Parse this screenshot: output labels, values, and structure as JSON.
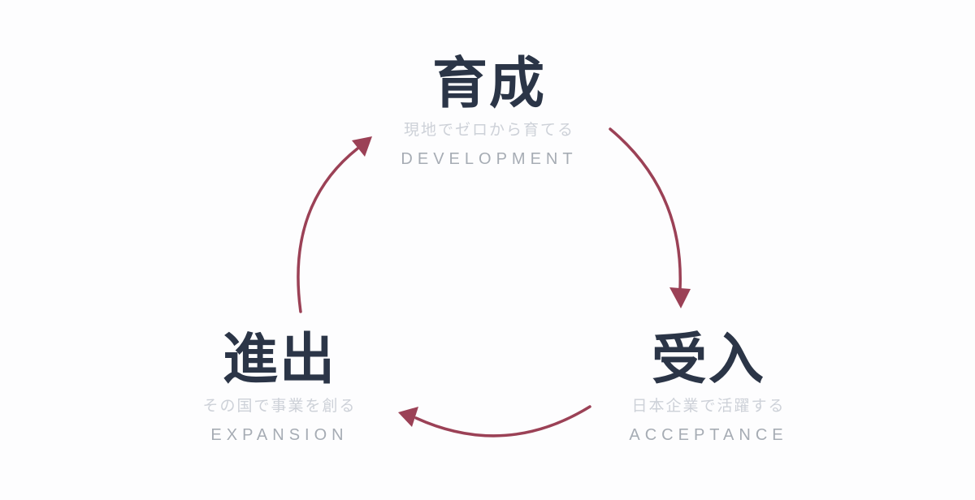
{
  "theme": {
    "background": "#fdfdfe",
    "arrow_color": "#9b4156",
    "title_color": "#2b3547",
    "subtitle_jp_color": "#cdd1d8",
    "subtitle_en_color": "#a6acb4"
  },
  "cycle": {
    "nodes": [
      {
        "position": "top",
        "title": "育成",
        "subtitle_jp": "現地でゼロから育てる",
        "subtitle_en": "DEVELOPMENT"
      },
      {
        "position": "bottom-right",
        "title": "受入",
        "subtitle_jp": "日本企業で活躍する",
        "subtitle_en": "ACCEPTANCE"
      },
      {
        "position": "bottom-left",
        "title": "進出",
        "subtitle_jp": "その国で事業を創る",
        "subtitle_en": "EXPANSION"
      }
    ],
    "arrows": [
      {
        "from": "育成",
        "to": "受入"
      },
      {
        "from": "受入",
        "to": "進出"
      },
      {
        "from": "進出",
        "to": "育成"
      }
    ]
  }
}
